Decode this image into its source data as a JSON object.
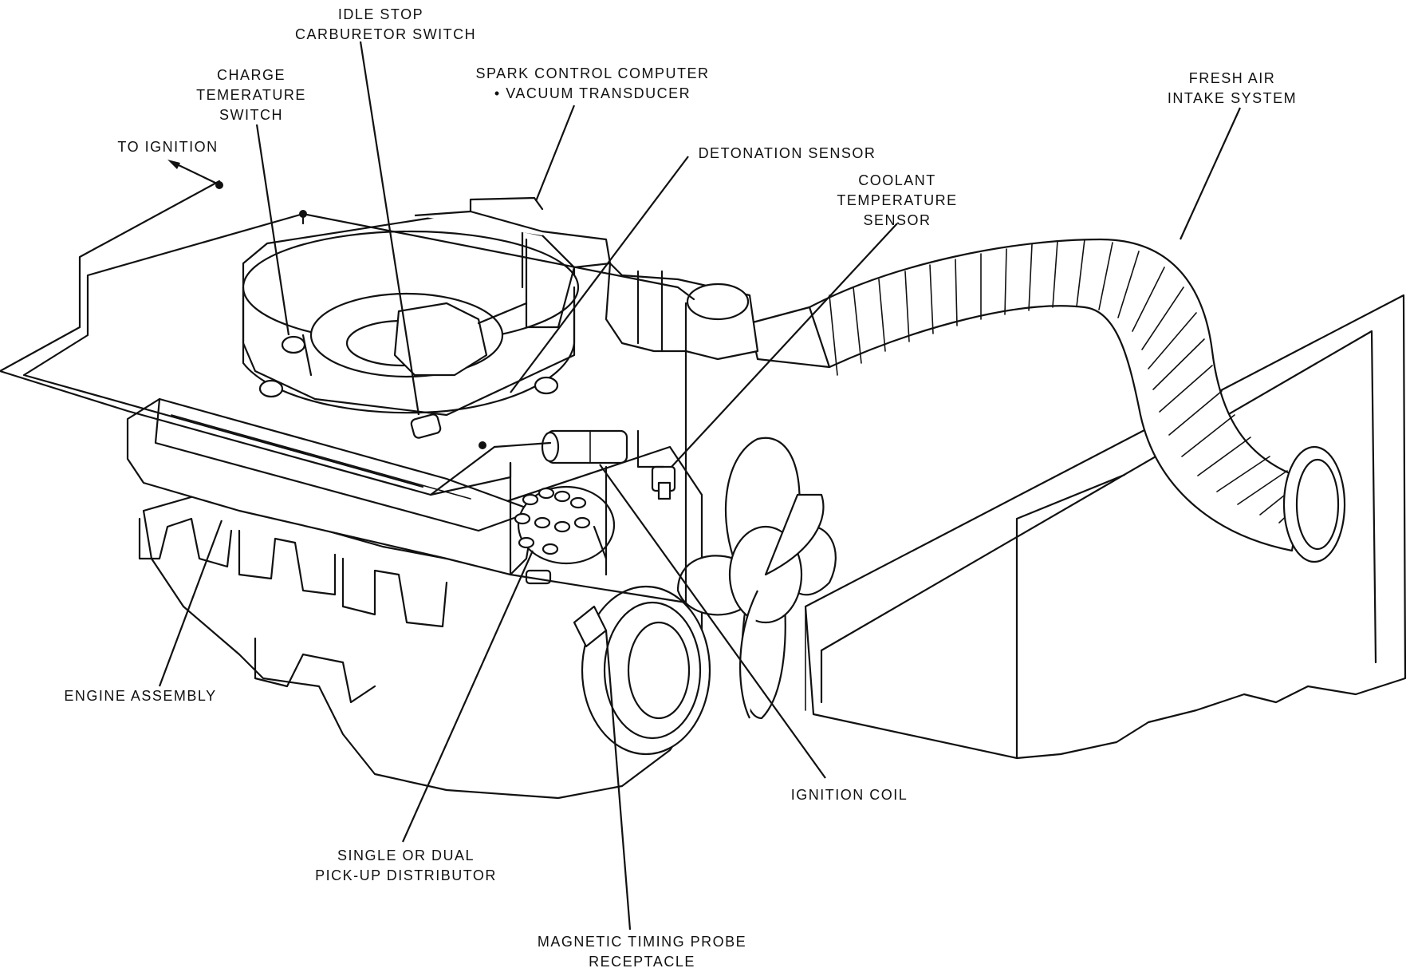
{
  "labels": {
    "idle_stop": [
      "IDLE STOP",
      "CARBURETOR SWITCH"
    ],
    "charge_temp": [
      "CHARGE",
      "TEMERATURE",
      "SWITCH"
    ],
    "spark_control": [
      "SPARK CONTROL COMPUTER",
      "• VACUUM TRANSDUCER"
    ],
    "fresh_air": [
      "FRESH AIR",
      "INTAKE SYSTEM"
    ],
    "to_ignition": [
      "TO IGNITION"
    ],
    "detonation": [
      "DETONATION SENSOR"
    ],
    "coolant": [
      "COOLANT",
      "TEMPERATURE",
      "SENSOR"
    ],
    "engine": [
      "ENGINE ASSEMBLY"
    ],
    "ignition_coil": [
      "IGNITION COIL"
    ],
    "distributor": [
      "SINGLE OR DUAL",
      "PICK-UP DISTRIBUTOR"
    ],
    "timing_probe": [
      "MAGNETIC TIMING PROBE",
      "RECEPTACLE"
    ]
  }
}
